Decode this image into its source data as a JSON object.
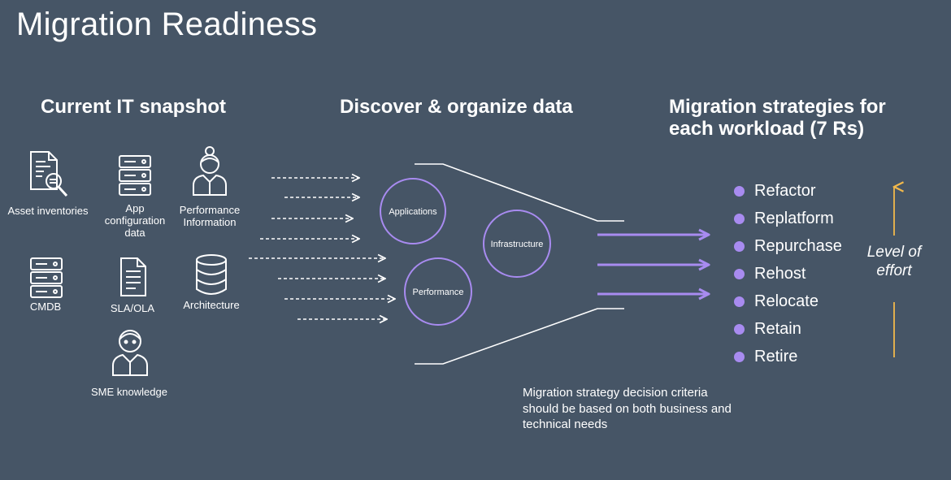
{
  "title": "Migration Readiness",
  "sections": {
    "current": "Current IT snapshot",
    "discover": "Discover & organize data",
    "strategies": "Migration strategies for each workload (7 Rs)"
  },
  "sources": [
    {
      "label": "Asset inventories",
      "icon": "document-search-icon"
    },
    {
      "label": "App configuration data",
      "icon": "server-icon"
    },
    {
      "label": "Performance Information",
      "icon": "person-icon"
    },
    {
      "label": "CMDB",
      "icon": "server-icon"
    },
    {
      "label": "SLA/OLA",
      "icon": "document-icon"
    },
    {
      "label": "Architecture",
      "icon": "database-icon"
    },
    {
      "label": "SME knowledge",
      "icon": "person-icon"
    }
  ],
  "data_groups": [
    "Applications",
    "Infrastructure",
    "Performance"
  ],
  "strategies": [
    "Refactor",
    "Replatform",
    "Repurchase",
    "Rehost",
    "Relocate",
    "Retain",
    "Retire"
  ],
  "effort_label": "Level of effort",
  "criteria": "Migration strategy decision criteria should be based on both business and technical needs",
  "colors": {
    "background": "#465566",
    "accent": "#a88bf0",
    "effort_arrow": "#f2b84b",
    "text": "#ffffff"
  }
}
